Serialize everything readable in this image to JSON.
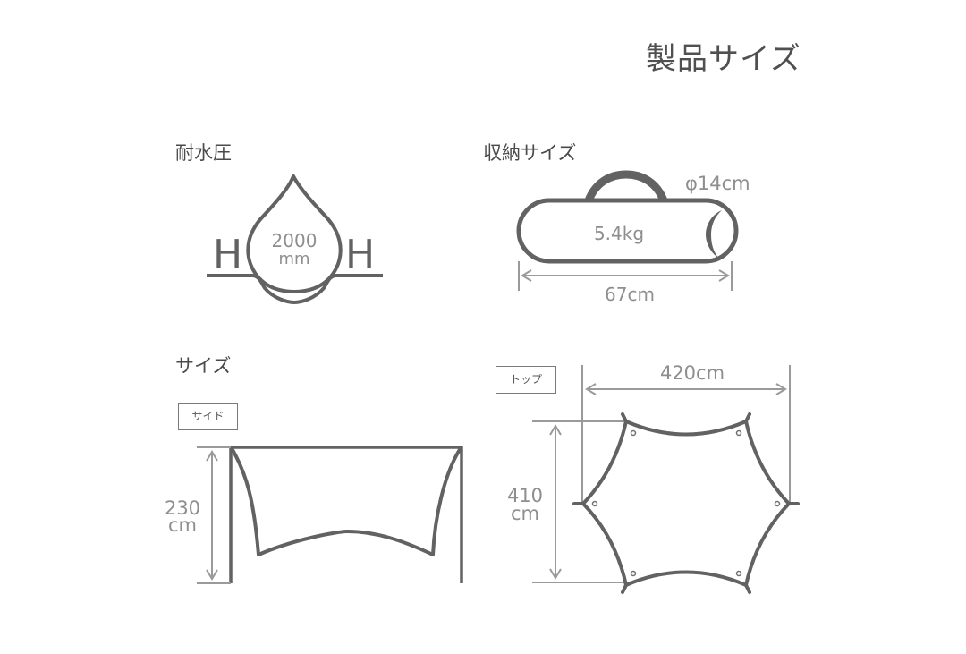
{
  "page": {
    "title": "製品サイズ"
  },
  "sections": {
    "water_pressure": {
      "title": "耐水圧",
      "value": "2000",
      "unit": "mm",
      "h_left": "H",
      "h_right": "H"
    },
    "packed_size": {
      "title": "収納サイズ",
      "diameter": "φ14cm",
      "weight": "5.4kg",
      "length": "67cm"
    },
    "size": {
      "title": "サイズ",
      "side_view": {
        "label": "サイド",
        "height_value": "230",
        "height_unit": "cm"
      },
      "top_view": {
        "label": "トップ",
        "width": "420cm",
        "depth_value": "410",
        "depth_unit": "cm"
      }
    }
  },
  "colors": {
    "stroke_dark": "#5f5f5f",
    "dimension_gray": "#9a9a9a",
    "text": "#4a4a4a"
  }
}
